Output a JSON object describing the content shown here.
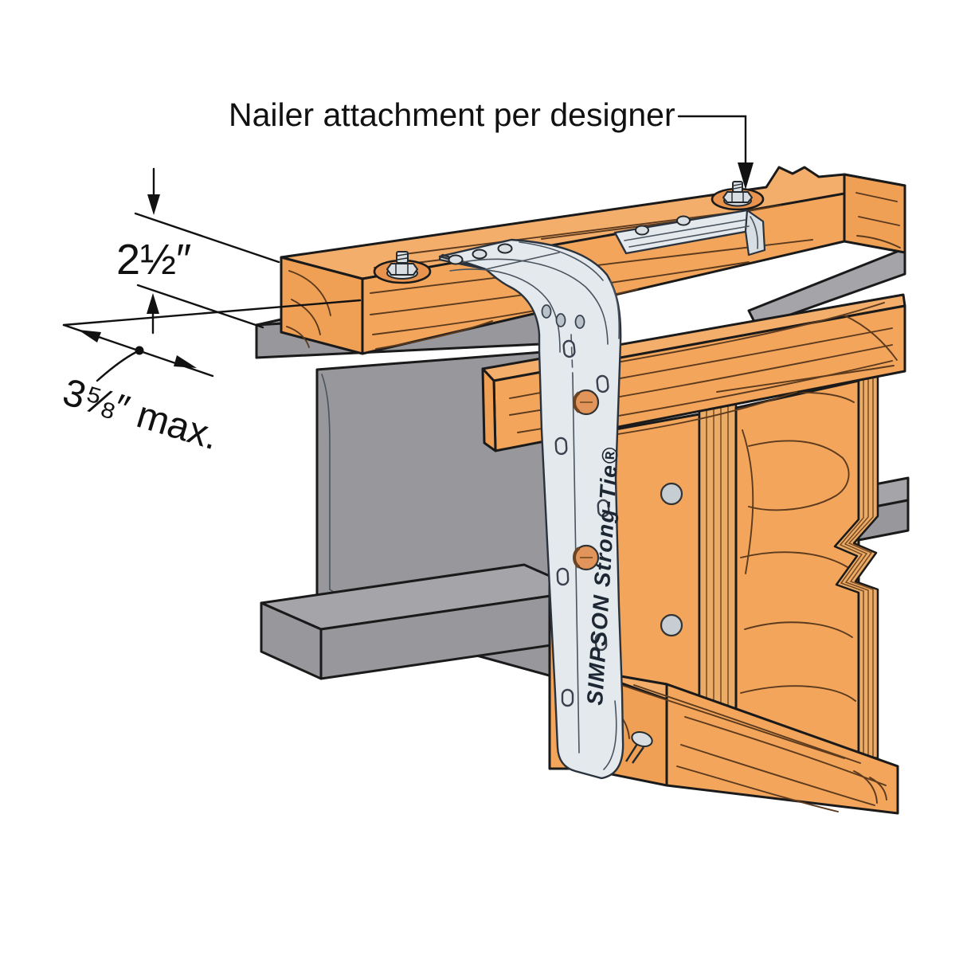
{
  "illustration": {
    "annotation": {
      "label": "Nailer attachment per designer"
    },
    "dimensions": {
      "nailer_thickness": "2½″",
      "flange_offset": "3⅝″ max."
    },
    "connector": {
      "brand_text": "SIMPSON Strong-Tie®"
    },
    "colors": {
      "wood": "#F2A55B",
      "wood_top": "#F4AE6C",
      "wood_end": "#EFA055",
      "wood_grain": "#5C3A1E",
      "plywood_edge": "#EBAC68",
      "steel": "#97979C",
      "strap": "#E4E9ED",
      "outline": "#1A1A1A",
      "label_text": "#111111",
      "background": "#FFFFFF"
    },
    "parts": [
      "steel-beam",
      "wood-nailer",
      "nailer-bolt",
      "front-twist-strap",
      "rear-twist-strap",
      "i-joist-top-flange",
      "joist-web-panel",
      "web-filler-block",
      "joist-bottom-lumber",
      "strap-nails"
    ]
  }
}
